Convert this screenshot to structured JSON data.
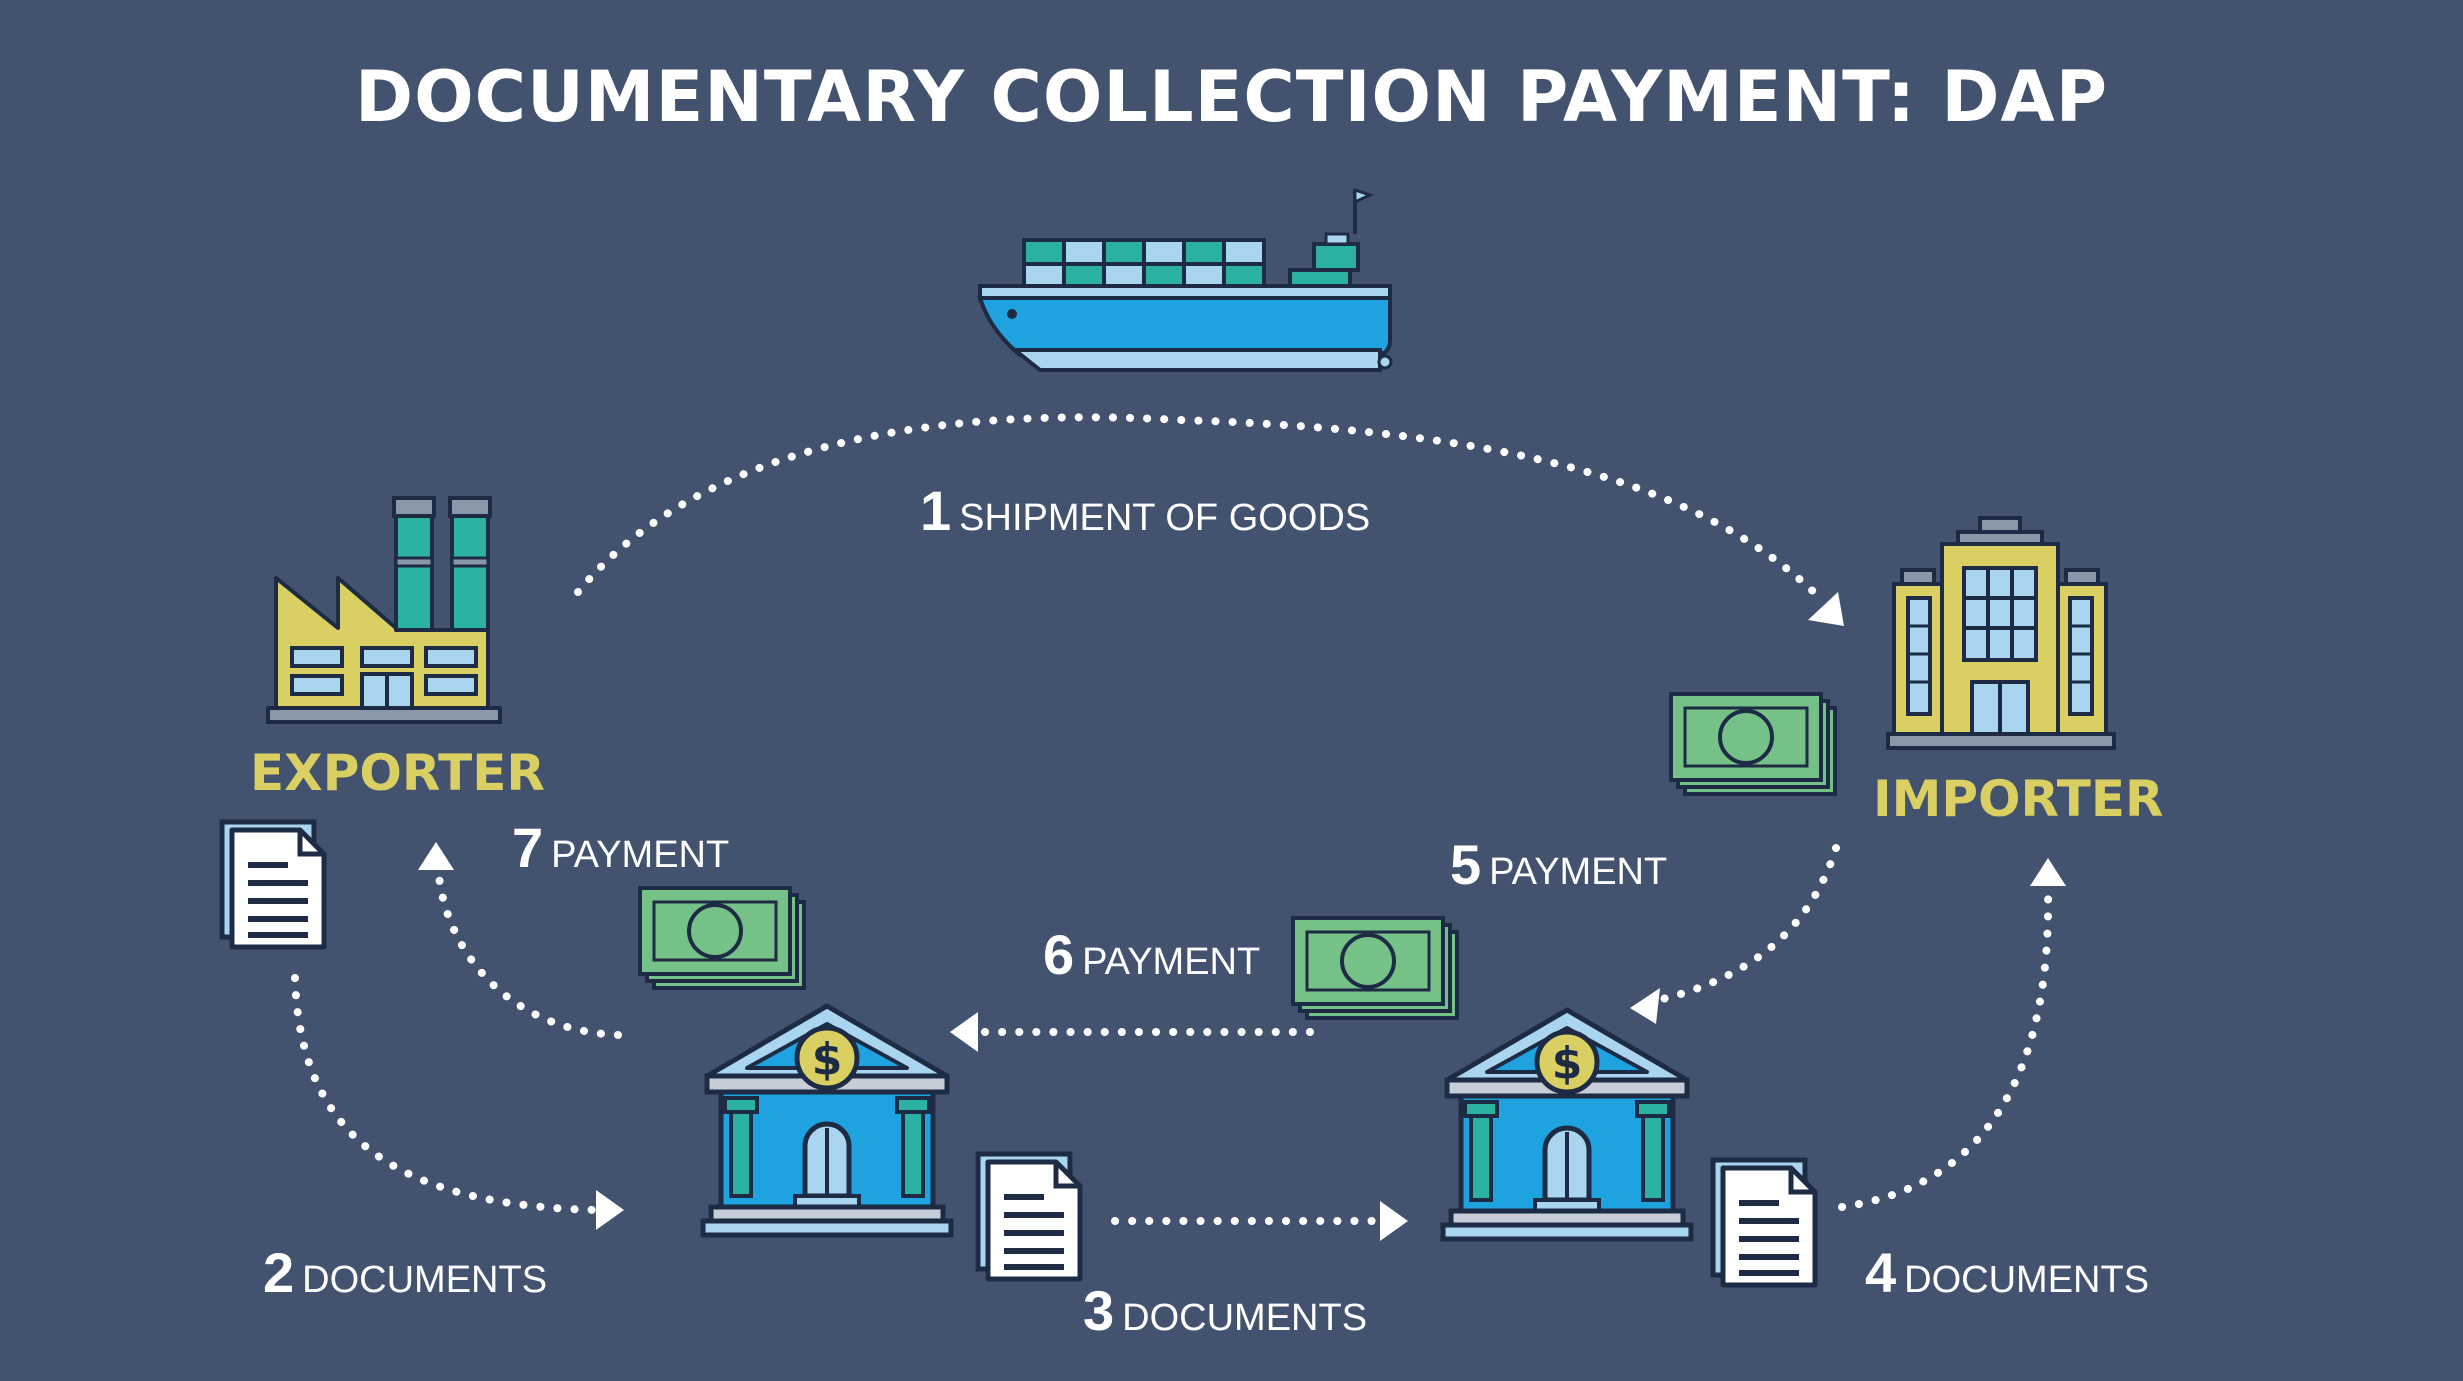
{
  "title": "DOCUMENTARY COLLECTION PAYMENT: DAP",
  "actors": {
    "exporter": "EXPORTER",
    "importer": "IMPORTER"
  },
  "steps": [
    {
      "num": "1",
      "label": "SHIPMENT OF GOODS"
    },
    {
      "num": "2",
      "label": "DOCUMENTS"
    },
    {
      "num": "3",
      "label": "DOCUMENTS"
    },
    {
      "num": "4",
      "label": "DOCUMENTS"
    },
    {
      "num": "5",
      "label": "PAYMENT"
    },
    {
      "num": "6",
      "label": "PAYMENT"
    },
    {
      "num": "7",
      "label": "PAYMENT"
    }
  ],
  "colors": {
    "background": "#43536f",
    "accent_text": "#d9cf62",
    "teal": "#2bb2a0",
    "blue": "#1ea3e0",
    "light_blue": "#a9d5f0",
    "money_green": "#76c188",
    "yellow": "#d9cf62"
  },
  "icons": [
    "ship-icon",
    "factory-icon",
    "office-building-icon",
    "bank-icon",
    "document-icon",
    "cash-icon"
  ]
}
